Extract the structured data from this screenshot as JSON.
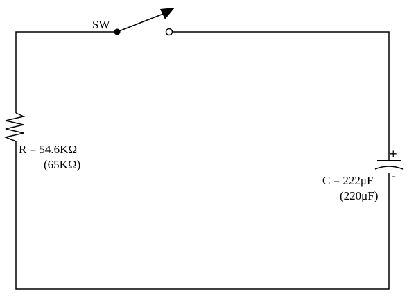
{
  "diagram": {
    "switch": {
      "label": "SW"
    },
    "resistor": {
      "label": "R = 54.6KΩ",
      "nominal": "(65KΩ)"
    },
    "capacitor": {
      "label": "C = 222μF",
      "nominal": "(220μF)",
      "plus": "+",
      "minus": "-"
    }
  },
  "colors": {
    "line": "#000000",
    "background": "#ffffff"
  }
}
